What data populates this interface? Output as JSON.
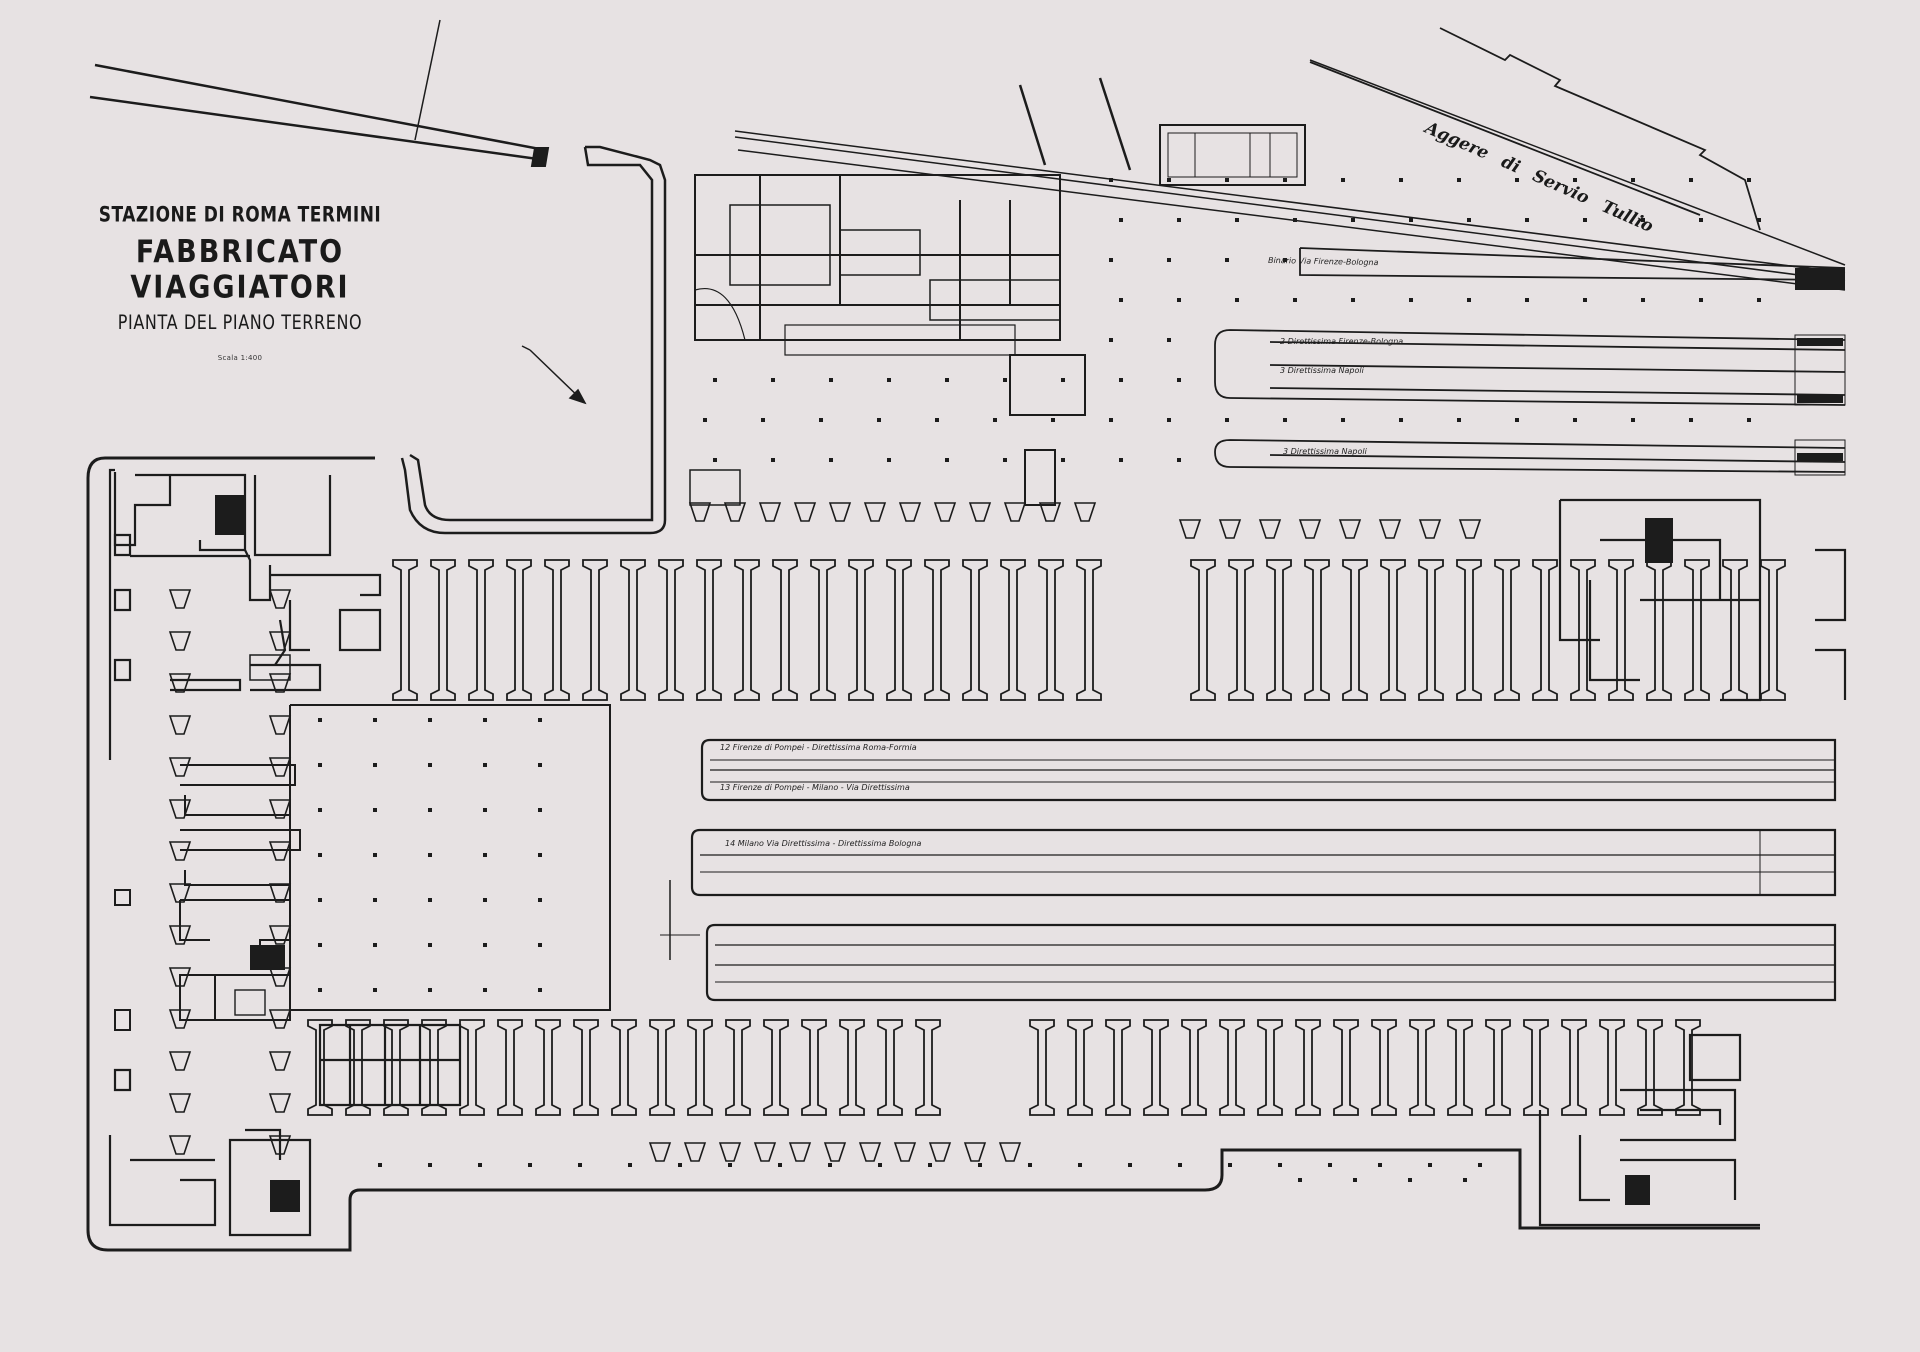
{
  "title": {
    "line1": "STAZIONE DI ROMA TERMINI",
    "line2": "FABBRICATO VIAGGIATORI",
    "line3": "PIANTA DEL PIANO TERRENO",
    "scale": "Scala 1:400"
  },
  "street": "Aggere di Servio Tullio",
  "tracks": [
    {
      "label": "Binario Via Firenze-Bologna"
    },
    {
      "label": "2 Direttissima Firenze-Bologna"
    },
    {
      "label": "3 Direttissima Napoli"
    },
    {
      "label": "3 Direttissima Napoli"
    },
    {
      "label": "12 Firenze di Pompei - Direttissima Roma-Formia"
    },
    {
      "label": "13 Firenze di Pompei - Milano - Via Direttissima"
    },
    {
      "label": "14 Milano Via Direttissima - Direttissima Bologna"
    }
  ],
  "colors": {
    "paper": "#e7e2e3",
    "ink": "#1c1c1c"
  }
}
